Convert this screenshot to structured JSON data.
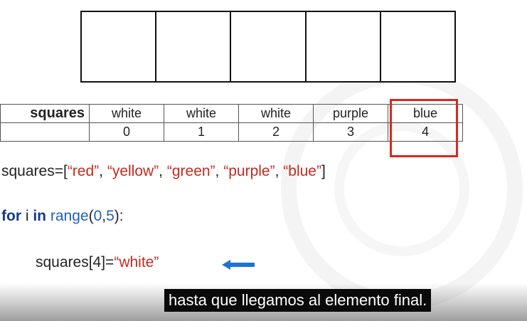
{
  "table": {
    "header": "squares",
    "colors": [
      "white",
      "white",
      "white",
      "purple",
      "blue"
    ],
    "indices": [
      "0",
      "1",
      "2",
      "3",
      "4"
    ]
  },
  "code": {
    "list_name": "squares=[",
    "list_items": [
      "“red”",
      "“yellow”",
      "“green”",
      "“purple”",
      "“blue”"
    ],
    "sep": ", ",
    "list_close": "]",
    "for_kw": "for",
    "loop_var": " i ",
    "in_kw": "in",
    "range_fn": " range",
    "range_open": "(",
    "range_a": "0",
    "range_comma": ",",
    "range_b": "5",
    "range_close": "):",
    "assign_target": "squares[4]=",
    "assign_value": "“white”"
  },
  "subtitle": "hasta que llegamos al elemento final.",
  "colors": {
    "string": "#c8281e",
    "keyword": "#163a8c",
    "highlight": "#d9281e",
    "arrow": "#1e73d2"
  }
}
